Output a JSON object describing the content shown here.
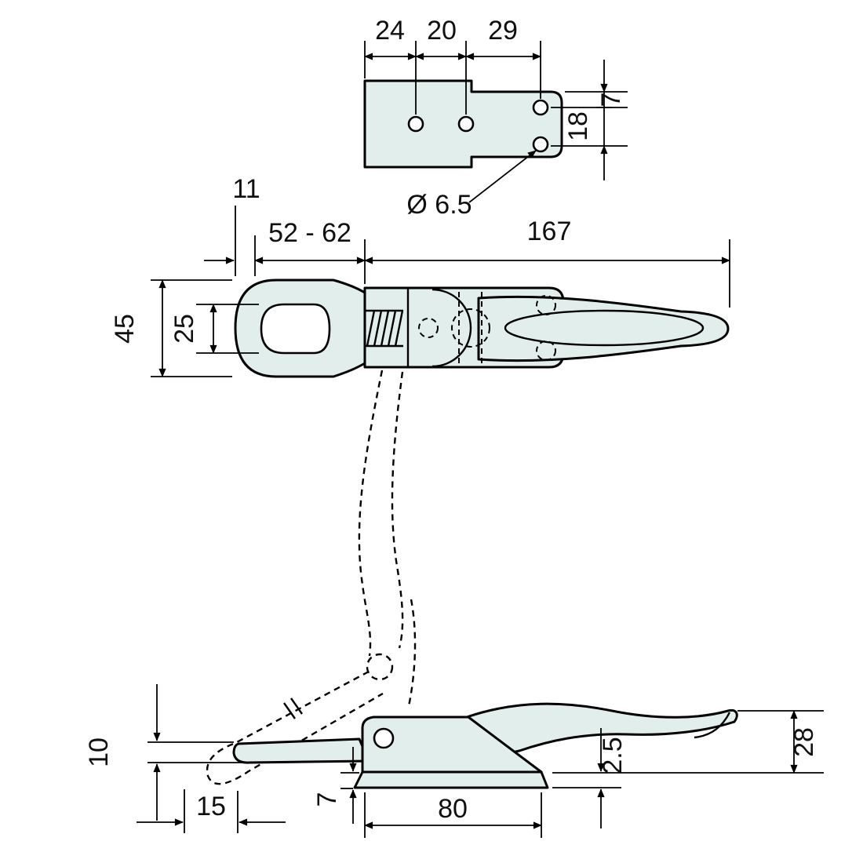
{
  "page": {
    "background": "#ffffff"
  },
  "colors": {
    "part_fill": "#e2eeec",
    "line": "#000000",
    "hole_fill": "#ffffff"
  },
  "drawing": {
    "top_view": {
      "dim_24": "24",
      "dim_20": "20",
      "dim_29": "29",
      "dim_7": "7",
      "dim_18": "18",
      "hole_callout": "Ø 6.5"
    },
    "front_view": {
      "dim_11": "11",
      "dim_52_62": "52 - 62",
      "dim_167": "167",
      "dim_45": "45",
      "dim_25": "25"
    },
    "side_view": {
      "dim_10": "10",
      "dim_15": "15",
      "dim_7": "7",
      "dim_80": "80",
      "dim_2_5": "2.5",
      "dim_28": "28"
    }
  }
}
